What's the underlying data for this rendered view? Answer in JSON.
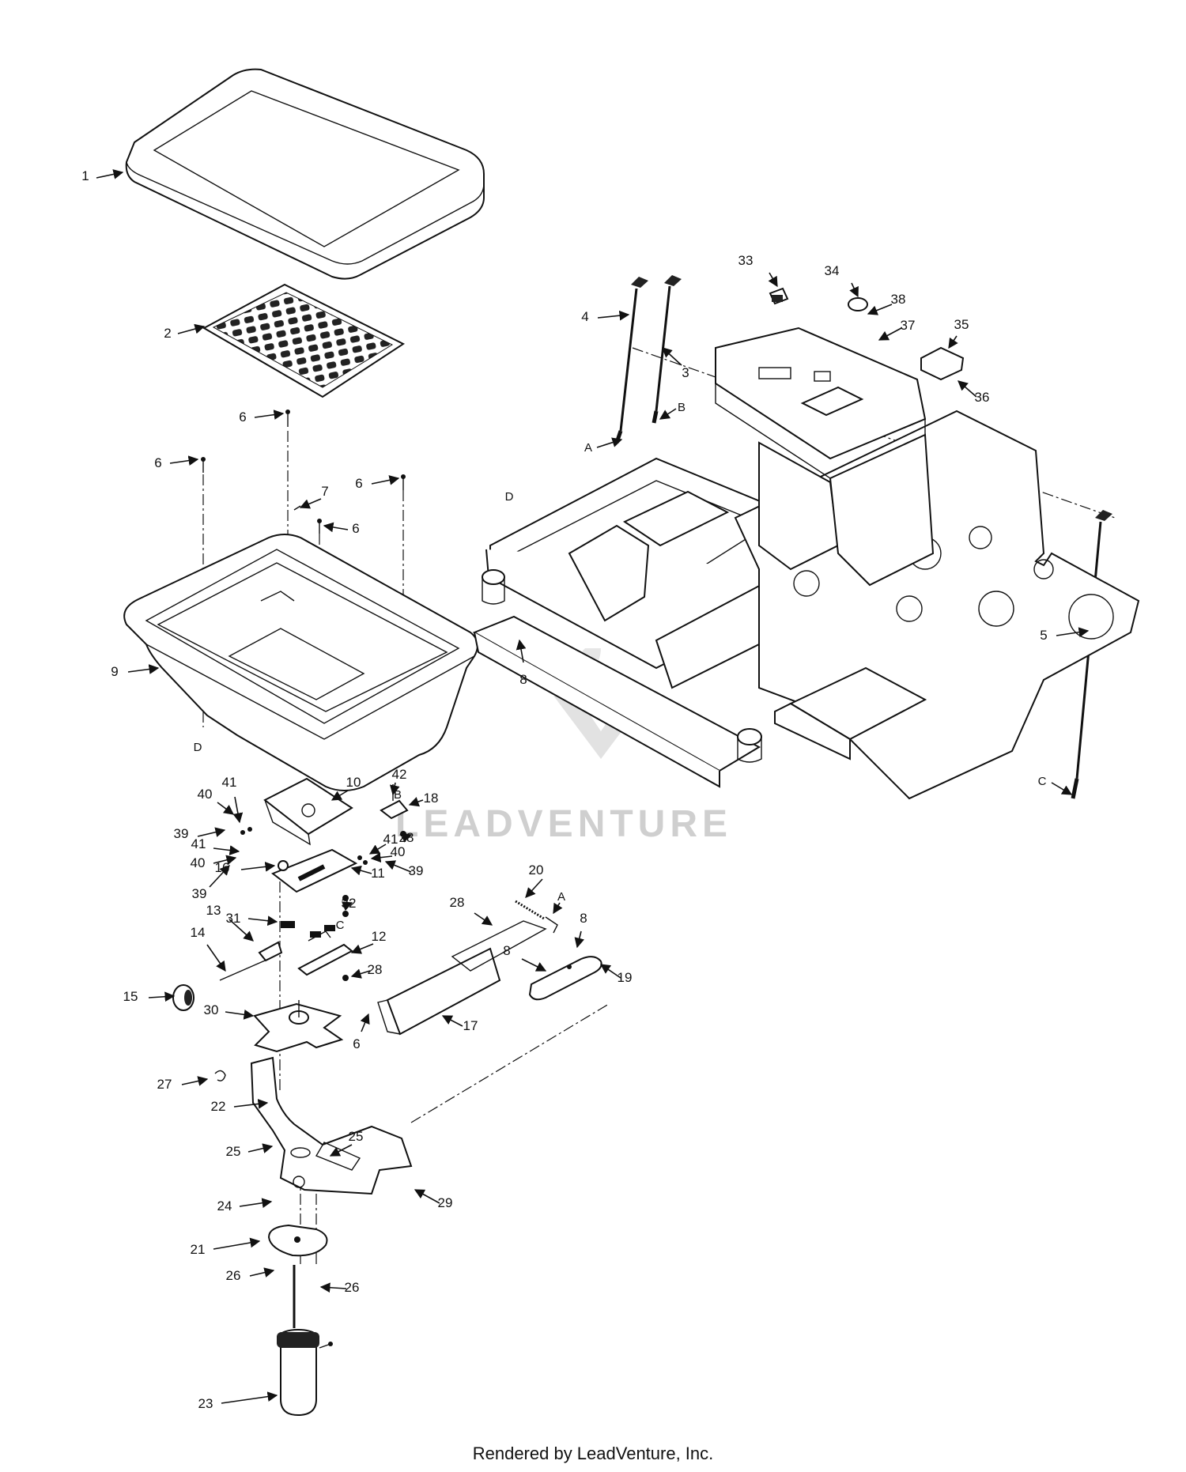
{
  "watermark": "LEADVENTURE",
  "footer": "Rendered by LeadVenture, Inc.",
  "callouts": {
    "c1": "1",
    "c2": "2",
    "c3": "3",
    "c4": "4",
    "c5": "5",
    "c6a": "6",
    "c6b": "6",
    "c6c": "6",
    "c6d": "6",
    "c6e": "6",
    "c7": "7",
    "c8a": "8",
    "c8b": "8",
    "c8c": "8",
    "c9": "9",
    "c10": "10",
    "c11": "11",
    "c12": "12",
    "c13": "13",
    "c14": "14",
    "c15": "15",
    "c16": "16",
    "c17": "17",
    "c18": "18",
    "c19": "19",
    "c20": "20",
    "c21": "21",
    "c22": "22",
    "c23": "23",
    "c24": "24",
    "c25a": "25",
    "c25b": "25",
    "c26a": "26",
    "c26b": "26",
    "c27": "27",
    "c28a": "28",
    "c28b": "28",
    "c28c": "28",
    "c29": "29",
    "c30": "30",
    "c31": "31",
    "c32": "32",
    "c33": "33",
    "c34": "34",
    "c35": "35",
    "c36": "36",
    "c37": "37",
    "c38": "38",
    "c39a": "39",
    "c39b": "39",
    "c39c": "39",
    "c40a": "40",
    "c40b": "40",
    "c40c": "40",
    "c41a": "41",
    "c41b": "41",
    "c41c": "41",
    "c42": "42"
  },
  "refs": {
    "a1": "A",
    "a2": "A",
    "b1": "B",
    "b2": "B",
    "c1": "C",
    "c2": "C",
    "d1": "D",
    "d2": "D"
  }
}
